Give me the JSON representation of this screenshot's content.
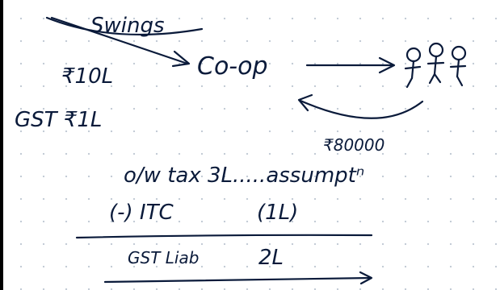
{
  "notes": {
    "swings_label": "Swings",
    "amount_10L": "₹10L",
    "gst_1L": "GST ₹1L",
    "coop_label": "Co-op",
    "amount_80000": "₹80000",
    "output_tax": "o/w tax 3L.....assumptⁿ",
    "itc_label": "(-) ITC",
    "itc_amount": "(1L)",
    "gst_liab_label": "GST Liab",
    "gst_liab_amount": "2L"
  },
  "colors": {
    "ink": "#0a1a3a",
    "dots": "#c4ccd6",
    "background": "#ffffff"
  }
}
